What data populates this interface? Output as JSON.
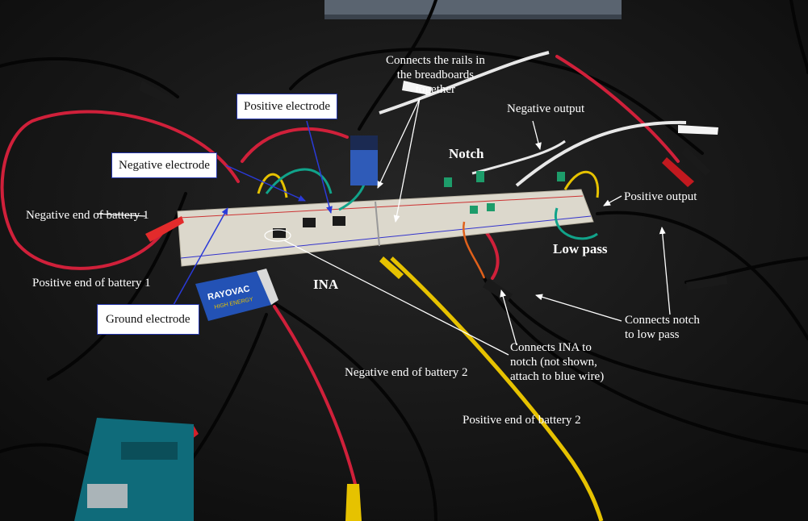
{
  "photo": {
    "background_color": "#141414",
    "battery_brand": "RAYOVAC",
    "battery_subtitle": "HIGH ENERGY"
  },
  "labels": {
    "connects_rails": "Connects the rails in\nthe breadboards\ntogether",
    "positive_electrode": "Positive electrode",
    "negative_output": "Negative output",
    "notch": "Notch",
    "negative_electrode": "Negative electrode",
    "negative_end_battery_1": "Negative end of battery 1",
    "positive_output": "Positive output",
    "low_pass": "Low pass",
    "positive_end_battery_1": "Positive end of battery 1",
    "ina": "INA",
    "ground_electrode": "Ground electrode",
    "connects_notch_low_pass": "Connects notch\nto low pass",
    "connects_ina_notch": "Connects INA to\nnotch (not shown,\nattach to blue wire)",
    "negative_end_battery_2": "Negative end of battery 2",
    "positive_end_battery_2": "Positive end of battery 2"
  }
}
